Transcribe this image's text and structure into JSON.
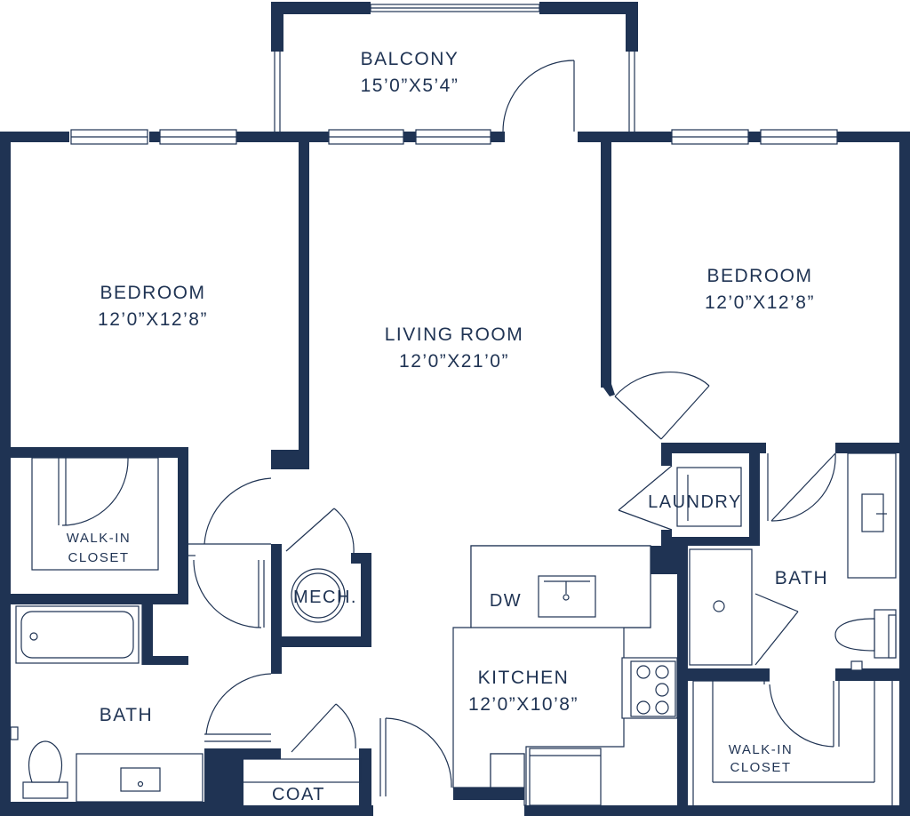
{
  "colors": {
    "wall": "#1f3353",
    "background": "#ffffff"
  },
  "rooms": {
    "balcony": {
      "name": "BALCONY",
      "dims": "15’0”X5’4”"
    },
    "bedroom_left": {
      "name": "BEDROOM",
      "dims": "12’0”X12’8”"
    },
    "living_room": {
      "name": "LIVING ROOM",
      "dims": "12’0”X21’0”"
    },
    "bedroom_right": {
      "name": "BEDROOM",
      "dims": "12’0”X12’8”"
    },
    "walkin_left": {
      "name_line1": "WALK-IN",
      "name_line2": "CLOSET"
    },
    "laundry": {
      "name": "LAUNDRY"
    },
    "mech": {
      "name": "MECH."
    },
    "bath_right": {
      "name": "BATH"
    },
    "bath_left": {
      "name": "BATH"
    },
    "kitchen": {
      "name": "KITCHEN",
      "dims": "12’0”X10’8”"
    },
    "walkin_right": {
      "name_line1": "WALK-IN",
      "name_line2": "CLOSET"
    },
    "coat": {
      "name": "COAT"
    }
  },
  "appliances": {
    "dishwasher": "DW"
  }
}
